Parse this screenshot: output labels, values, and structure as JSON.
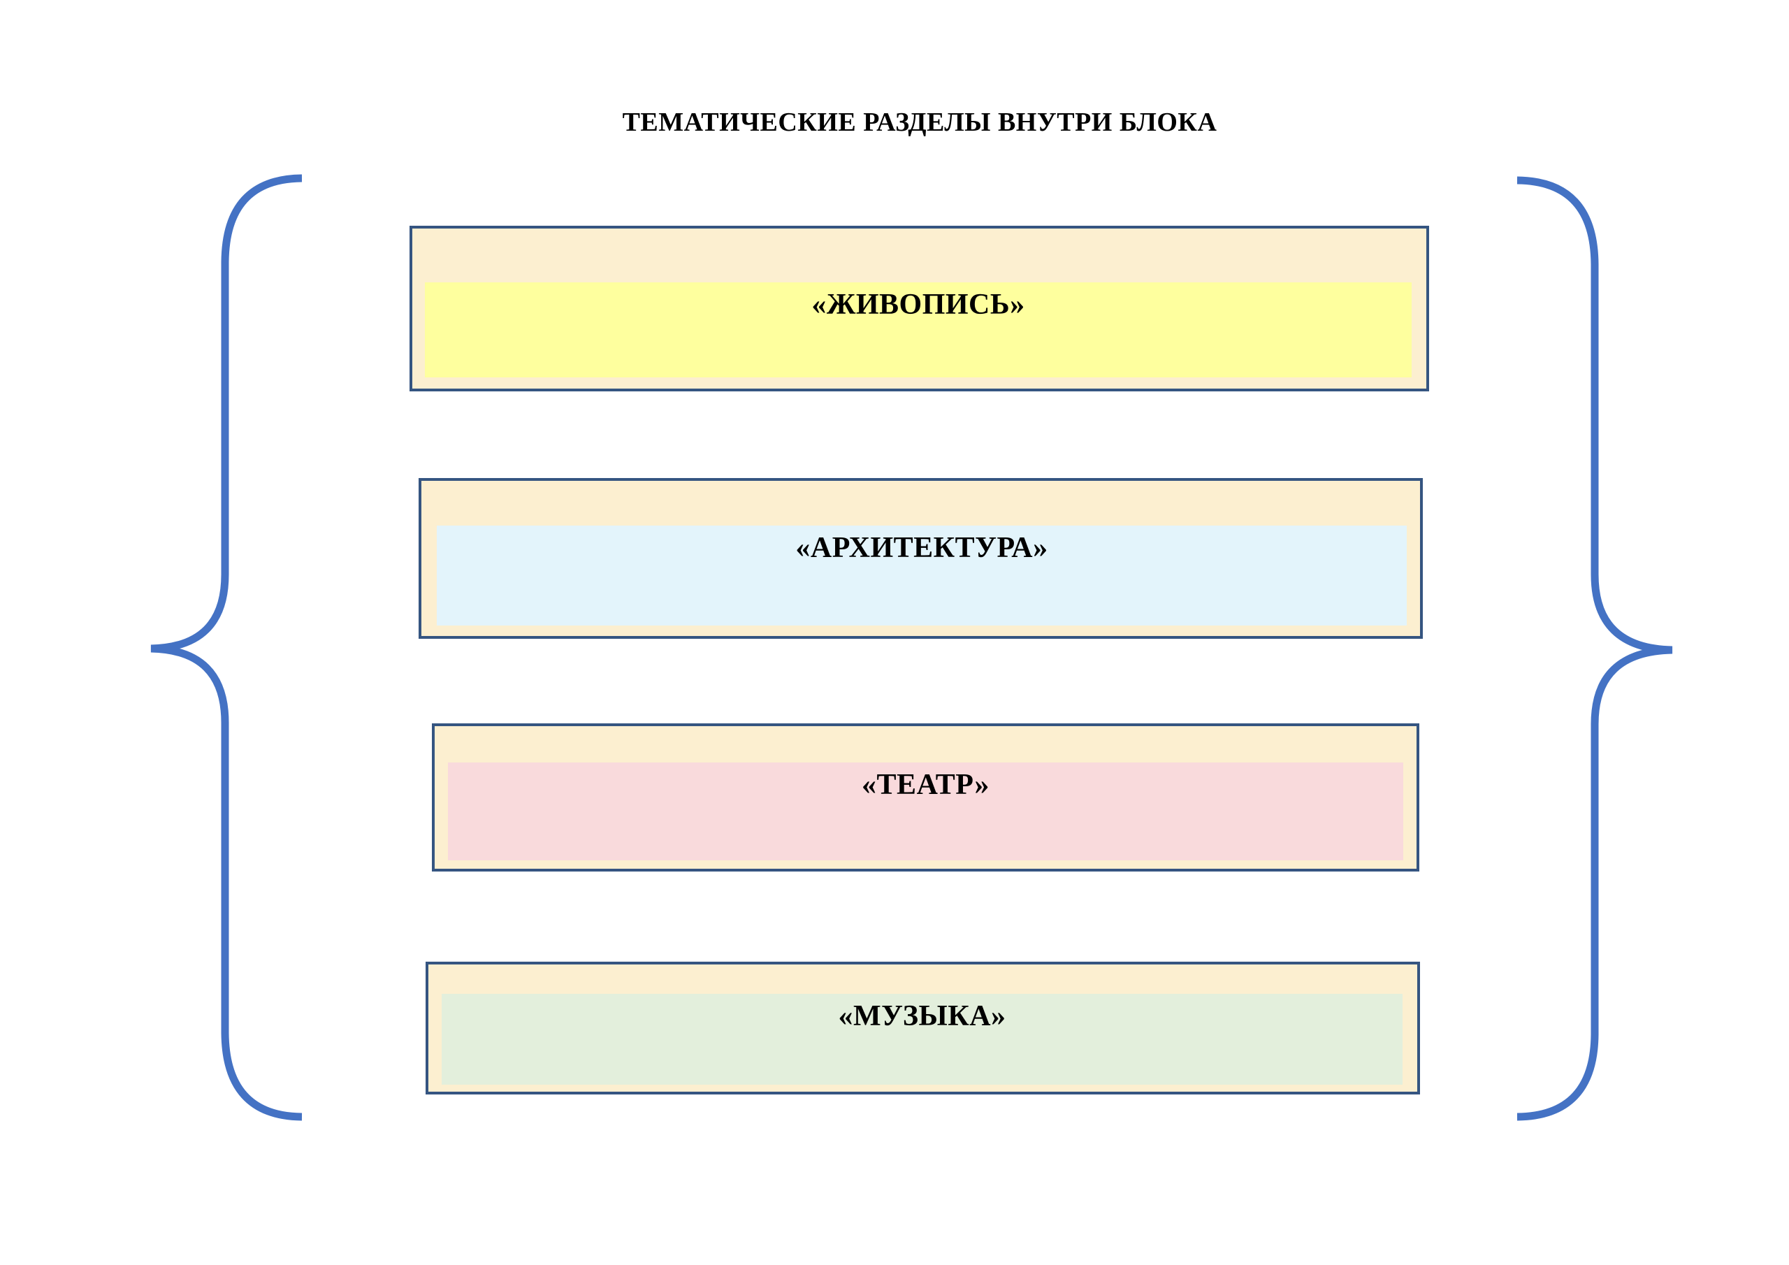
{
  "title": "ТЕМАТИЧЕСКИЕ РАЗДЕЛЫ ВНУТРИ БЛОКА",
  "sections": [
    {
      "label": "«ЖИВОПИСЬ»",
      "fill": "#feff9e"
    },
    {
      "label": "«АРХИТЕКТУРА»",
      "fill": "#e3f4fb"
    },
    {
      "label": "«ТЕАТР»",
      "fill": "#f9dadc"
    },
    {
      "label": "«МУЗЫКА»",
      "fill": "#e3efdc"
    }
  ],
  "colors": {
    "card_background": "#fcefd0",
    "card_border": "#355581",
    "brace": "#4472c4",
    "text": "#000000",
    "page_background": "#ffffff"
  }
}
